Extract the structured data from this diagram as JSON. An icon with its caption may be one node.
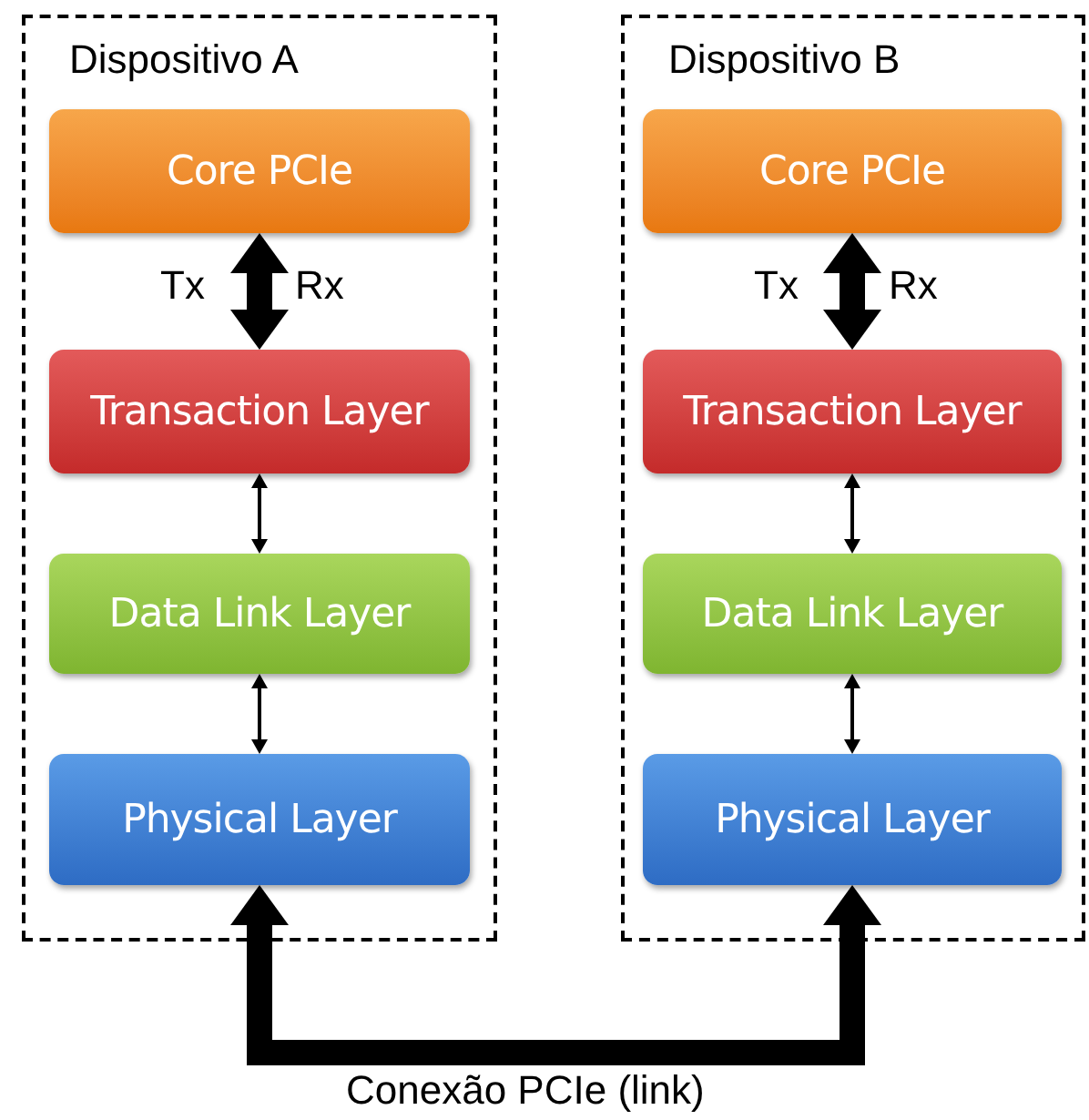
{
  "diagram": {
    "nodes": [
      {
        "text": [
          "Dispositivo A"
        ]
      },
      {
        "text": [
          "Core PCIe"
        ],
        "in": 0
      },
      {
        "text": [
          "Transaction Layer"
        ],
        "in": 0
      },
      {
        "text": [
          "Data Link Layer"
        ],
        "in": 0
      },
      {
        "text": [
          "Physical Layer"
        ],
        "in": 0
      },
      {
        "text": [
          "Dispositivo B"
        ]
      },
      {
        "text": [
          "Core PCIe"
        ],
        "in": 5
      },
      {
        "text": [
          "Transaction Layer"
        ],
        "in": 5
      },
      {
        "text": [
          "Data Link Layer"
        ],
        "in": 5
      },
      {
        "text": [
          "Physical Layer"
        ],
        "in": 5
      }
    ],
    "edges": [
      {
        "from": 1,
        "to": 2,
        "arrow": "both",
        "style": "thick"
      },
      {
        "from": 2,
        "to": 3,
        "arrow": "both"
      },
      {
        "from": 3,
        "to": 4,
        "arrow": "both"
      },
      {
        "from": 6,
        "to": 7,
        "arrow": "both",
        "style": "thick"
      },
      {
        "from": 7,
        "to": 8,
        "arrow": "both"
      },
      {
        "from": 8,
        "to": 9,
        "arrow": "both"
      },
      {
        "from": 4,
        "to": 9,
        "arrow": "both",
        "style": "thick",
        "label": "Conexão PCIe (link)"
      }
    ],
    "labels": [
      "Tx",
      "Rx",
      "Tx",
      "Rx"
    ]
  }
}
